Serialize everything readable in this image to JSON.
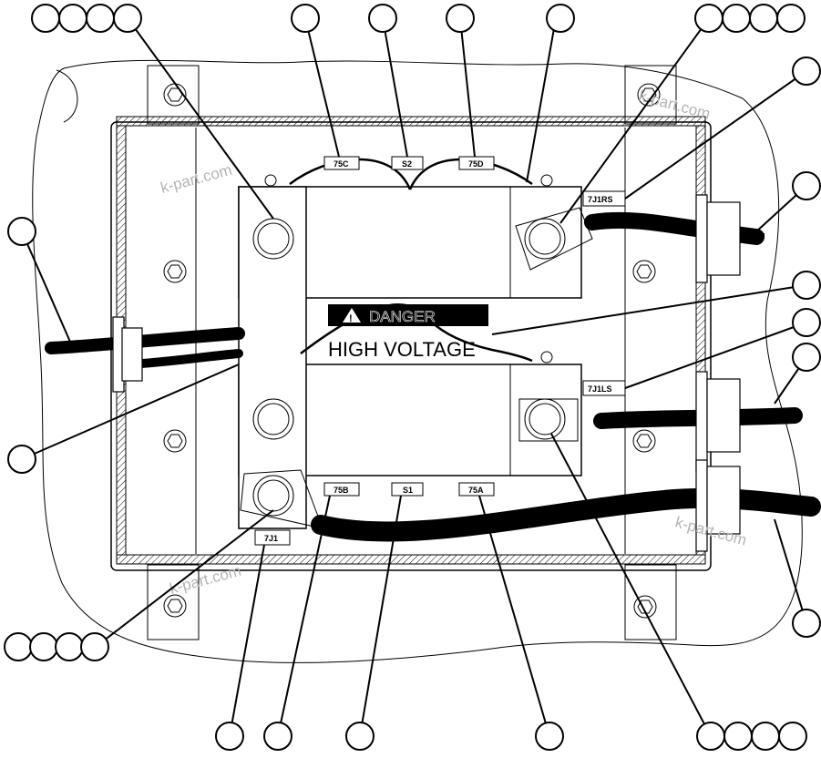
{
  "colors": {
    "line": "#000000",
    "background": "#ffffff",
    "danger_bar": "#000000",
    "watermark": "#b4b4b4"
  },
  "danger_label": {
    "header": "DANGER",
    "text": "HIGH VOLTAGE",
    "icon": "warning-triangle-icon"
  },
  "terminal_labels": {
    "t75c": "75C",
    "s2": "S2",
    "t75d": "75D",
    "t7j1rs": "7J1RS",
    "t7j1ls": "7J1LS",
    "t75b": "75B",
    "s1": "S1",
    "t75a": "75A",
    "t7j1": "7J1"
  },
  "watermark": "k-part.com"
}
